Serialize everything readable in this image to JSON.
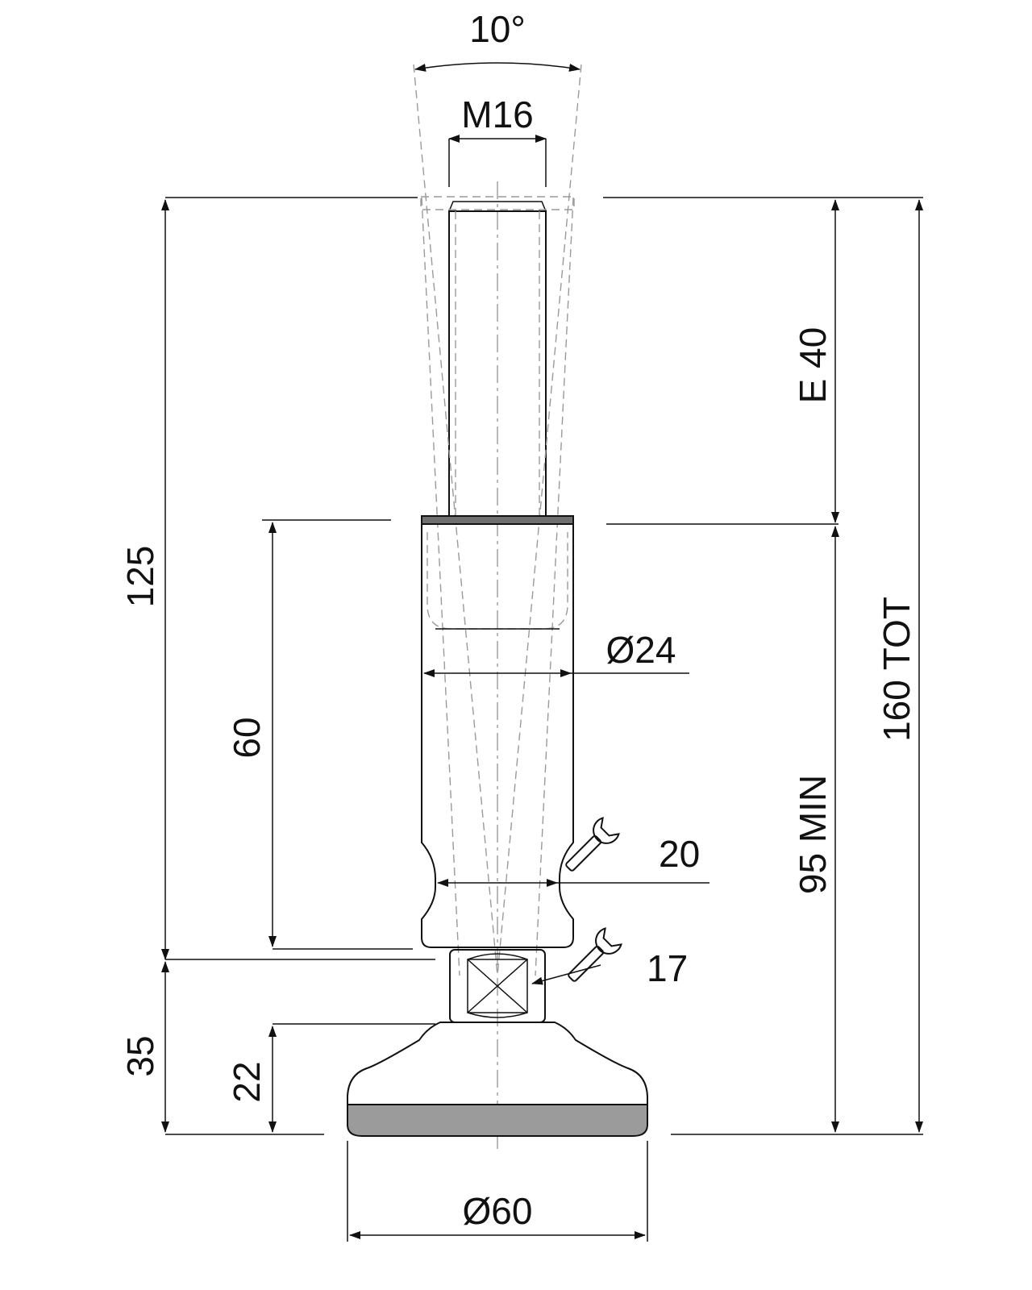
{
  "dimensions": {
    "angle": "10°",
    "thread": "M16",
    "body_diameter": "Ø24",
    "base_diameter": "Ø60",
    "wrench_body": "20",
    "wrench_hex": "17",
    "total_height": "125",
    "body_length": "60",
    "lower_height": "35",
    "base_height": "22",
    "thread_length": "E 40",
    "min_height": "95 MIN",
    "total_length": "160 TOT"
  },
  "icons": {
    "wrench_upper": "wrench-icon",
    "wrench_lower": "wrench-icon"
  },
  "colors": {
    "line": "#111111",
    "hidden": "#9a9a9a",
    "rubber_pad": "#9b9b9b",
    "collar": "#6f6f6f"
  }
}
